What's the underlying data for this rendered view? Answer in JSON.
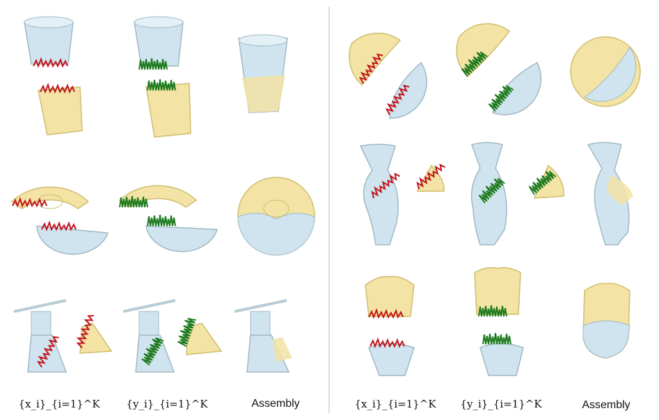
{
  "labels": {
    "x_set": "{x_i}_{i=1}^K",
    "y_set": "{y_i}_{i=1}^K",
    "assembly": "Assembly"
  },
  "colors": {
    "blue_part": "#cfe4ee",
    "yellow_part": "#f3e3a4",
    "red_vectors": "#c0141b",
    "green_vectors": "#1e7a1e",
    "divider": "#bdbdbd"
  }
}
